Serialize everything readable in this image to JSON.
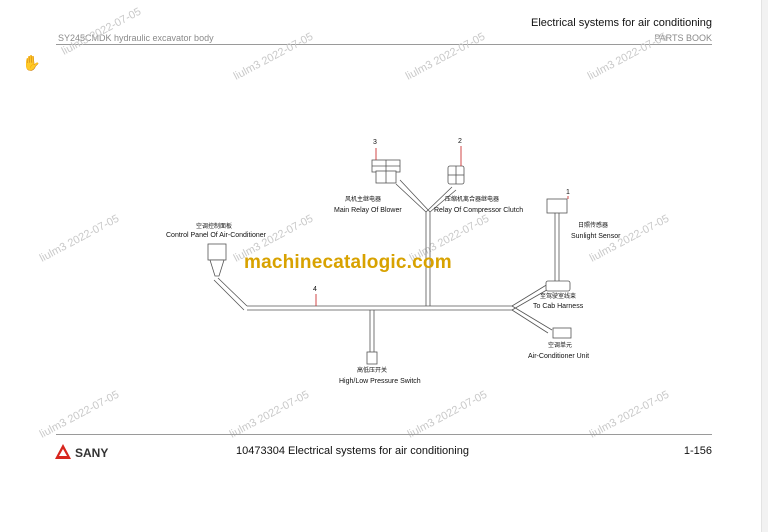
{
  "header": {
    "model": "SY245CMDK hydraulic excavator body",
    "title": "Electrical  systems for air conditioning",
    "book": "PARTS BOOK"
  },
  "diagram": {
    "parts": [
      {
        "num": "1",
        "cn": "日照传感器",
        "en": "Sunlight Sensor"
      },
      {
        "num": "2",
        "cn": "压缩机离合器继电器",
        "en": "Relay Of Compressor Clutch"
      },
      {
        "num": "3",
        "cn": "风机主继电器",
        "en": "Main Relay Of Blower"
      },
      {
        "num": "4"
      }
    ],
    "panel": {
      "cn": "空调控制面板",
      "en": "Control Panel Of Air-Conditioner"
    },
    "cab_harness": {
      "cn": "至驾驶室线束",
      "en": "To Cab Harness"
    },
    "ac_unit": {
      "cn": "空调单元",
      "en": "Air-Conditioner Unit"
    },
    "pressure_switch": {
      "cn": "高低压开关",
      "en": "High/Low Pressure Switch"
    }
  },
  "watermark": "liulm3 2022-07-05",
  "overlay_text": "machinecatalogic.com",
  "footer": {
    "brand": "SANY",
    "doc": "10473304 Electrical  systems for air conditioning",
    "page": "1-156"
  },
  "colors": {
    "overlay": "#d8a200",
    "brand_red": "#d7261e",
    "leader_red": "#cc3333"
  },
  "icons": [
    "hand-cursor-icon"
  ]
}
